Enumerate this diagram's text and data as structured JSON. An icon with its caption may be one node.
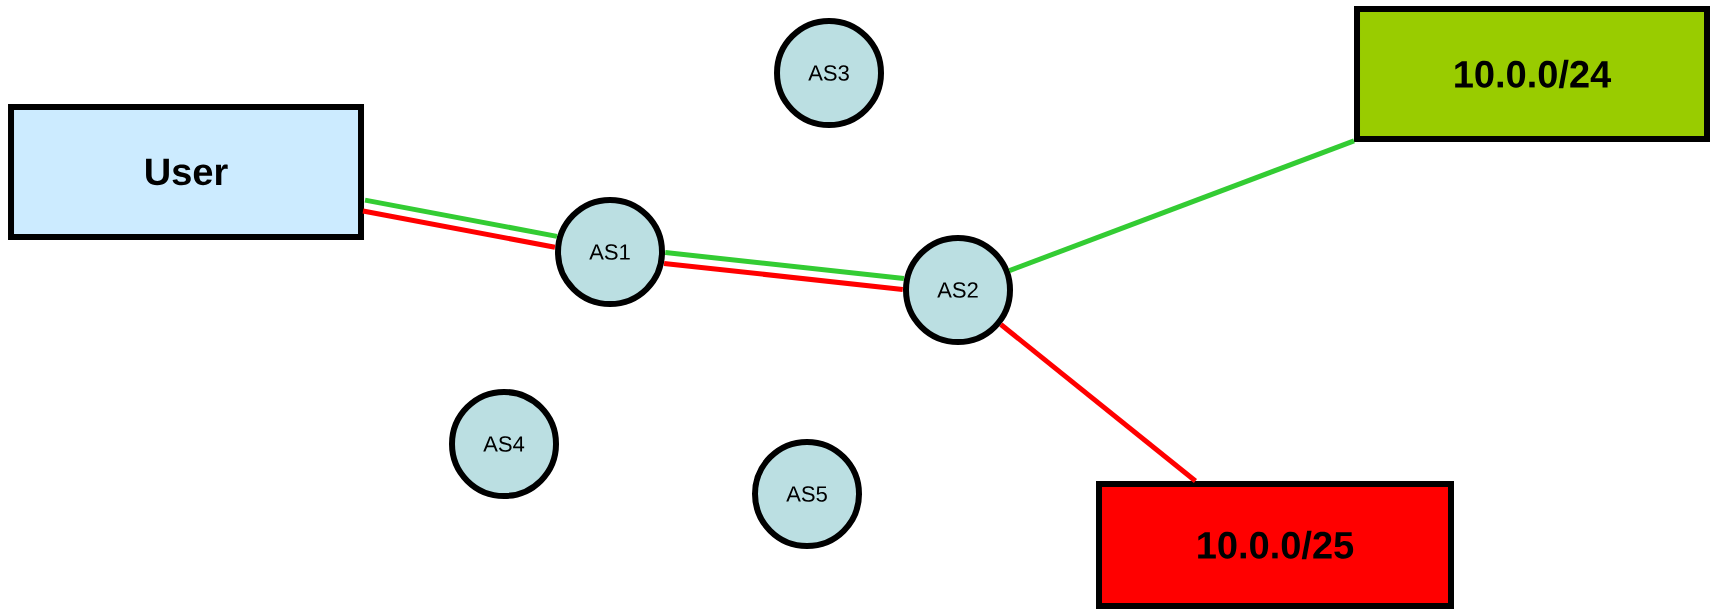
{
  "diagram": {
    "nodes": [
      {
        "text": [
          "10.0.0/24"
        ]
      },
      {
        "text": [
          "AS3"
        ]
      },
      {
        "text": [
          "User"
        ]
      },
      {
        "text": [
          "AS1"
        ]
      },
      {
        "text": [
          "AS2"
        ]
      },
      {
        "text": [
          "AS4"
        ]
      },
      {
        "text": [
          "AS5"
        ]
      },
      {
        "text": [
          "10.0.0/25"
        ]
      }
    ],
    "edges": [
      {
        "from": 2,
        "to": 3,
        "arrow": "none",
        "color": "#33cc33"
      },
      {
        "from": 2,
        "to": 3,
        "arrow": "none",
        "color": "#ff0000"
      },
      {
        "from": 3,
        "to": 4,
        "arrow": "none",
        "color": "#33cc33"
      },
      {
        "from": 3,
        "to": 4,
        "arrow": "none",
        "color": "#ff0000"
      },
      {
        "from": 4,
        "to": 0,
        "arrow": "none",
        "color": "#33cc33"
      },
      {
        "from": 4,
        "to": 7,
        "arrow": "none",
        "color": "#ff0000"
      }
    ]
  }
}
